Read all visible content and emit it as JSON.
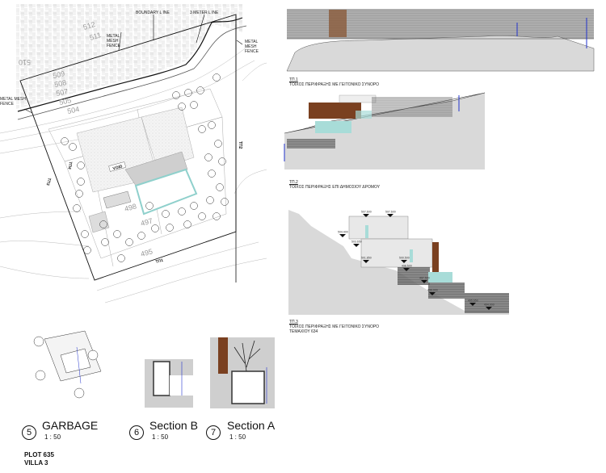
{
  "site_plan": {
    "labels": {
      "boundary_line": "BOUNDARY L INE",
      "three_meter_line": "3 METER L INE",
      "fence_top": "METAL MESH FENCE",
      "fence_right": "METAL MESH FENCE",
      "fence_left": "METAL MESH FENCE",
      "void": "VOID",
      "tt1": "ΤΠ1",
      "tt2": "ΤΠ2",
      "tt3": "ΤΠ3",
      "tt4": "ΤΠ4"
    },
    "contours": [
      "512",
      "511",
      "510",
      "509",
      "508",
      "507",
      "505",
      "504",
      "498",
      "497",
      "495"
    ],
    "pool_color": "#8fd0cc"
  },
  "sections": [
    {
      "code": "ΤΠ.1",
      "title": "ΤΟΙΧΟΣ ΠΕΡΙΦΡΑΞΗΣ  ΜΕ ΓΕΙΤΟΝΙΚΟ ΣΥΝΟΡΟ",
      "subtitle": ""
    },
    {
      "code": "ΤΠ.2",
      "title": "ΤΟΙΧΟΣ ΠΕΡΙΦΡΑΞΗΣ ΕΠΙ ΔΗΜΟΣΙΟΥ ΔΡΟΜΟΥ",
      "subtitle": ""
    },
    {
      "code": "ΤΠ.3",
      "title": "ΤΟΙΧΟΣ ΠΕΡΙΦΡΑΞΗΣ ΜΕ ΓΕΙΤΟΝΙΚΟ ΣΥΝΟΡΟ",
      "subtitle": "ΤΕΜΑΧΙΟΥ 634"
    }
  ],
  "elevations": [
    "507.600",
    "507.600",
    "504.400",
    "503.650",
    "501.850",
    "500.500",
    "498.500",
    "497.500",
    "496.000",
    "495.650",
    "494.900"
  ],
  "details": [
    {
      "number": "5",
      "title": "GARBAGE",
      "scale": "1 : 50"
    },
    {
      "number": "6",
      "title": "Section B",
      "scale": "1 : 50"
    },
    {
      "number": "7",
      "title": "Section A",
      "scale": "1 : 50"
    }
  ],
  "plot": {
    "line1": "PLOT 635",
    "line2": "VILLA 3"
  },
  "colors": {
    "wood": "#7a4020",
    "glass": "#a8dcd8",
    "ground": "#d9d9d9",
    "wall": "#555555",
    "dim": "#2233cc"
  }
}
